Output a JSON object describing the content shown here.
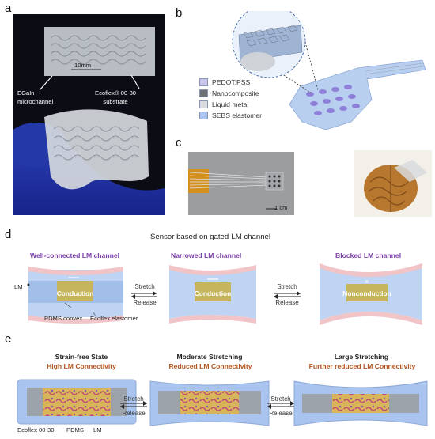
{
  "panels": {
    "a": {
      "label": "a",
      "scale": "10mm",
      "egain": [
        "EGaIn",
        "microchannel"
      ],
      "ecoflex": [
        "Ecoflex® 00-30",
        "substrate"
      ]
    },
    "b": {
      "label": "b",
      "legend": [
        {
          "text": "PEDOT:PSS",
          "color": "#c9c4ea"
        },
        {
          "text": "Nanocomposite",
          "color": "#6f7272"
        },
        {
          "text": "Liquid metal",
          "color": "#d8dadd"
        },
        {
          "text": "SEBS elastomer",
          "color": "#a9c4ee"
        }
      ]
    },
    "c": {
      "label": "c",
      "scale": "1 cm"
    },
    "d": {
      "label": "d",
      "title": "Sensor based on gated-LM channel",
      "states": [
        {
          "title": "Well-connected LM channel",
          "state": "Conduction"
        },
        {
          "title": "Narrowed LM channel",
          "state": "Conduction"
        },
        {
          "title": "Blocked LM channel",
          "state": "Nonconduction"
        }
      ],
      "arrow_top": "Stretch",
      "arrow_bottom": "Release",
      "labels": {
        "lm": "LM",
        "convex": "PDMS convex",
        "ecoflex": "Ecoflex elastomer"
      }
    },
    "e": {
      "label": "e",
      "states": [
        {
          "title": "Strain-free State",
          "subtitle": "High LM Connectivity"
        },
        {
          "title": "Moderate Stretching",
          "subtitle": "Reduced LM Connectivity"
        },
        {
          "title": "Large Stretching",
          "subtitle": "Further reduced LM Connectivity"
        }
      ],
      "arrow_top": "Stretch",
      "arrow_bottom": "Release",
      "labels": {
        "ecoflex": "Ecoflex 00-30",
        "pdms": "PDMS",
        "lm": "LM"
      }
    }
  },
  "colors": {
    "purple": "#7b3fa8",
    "brown": "#b3541e",
    "blue": "#a9c4ee"
  }
}
